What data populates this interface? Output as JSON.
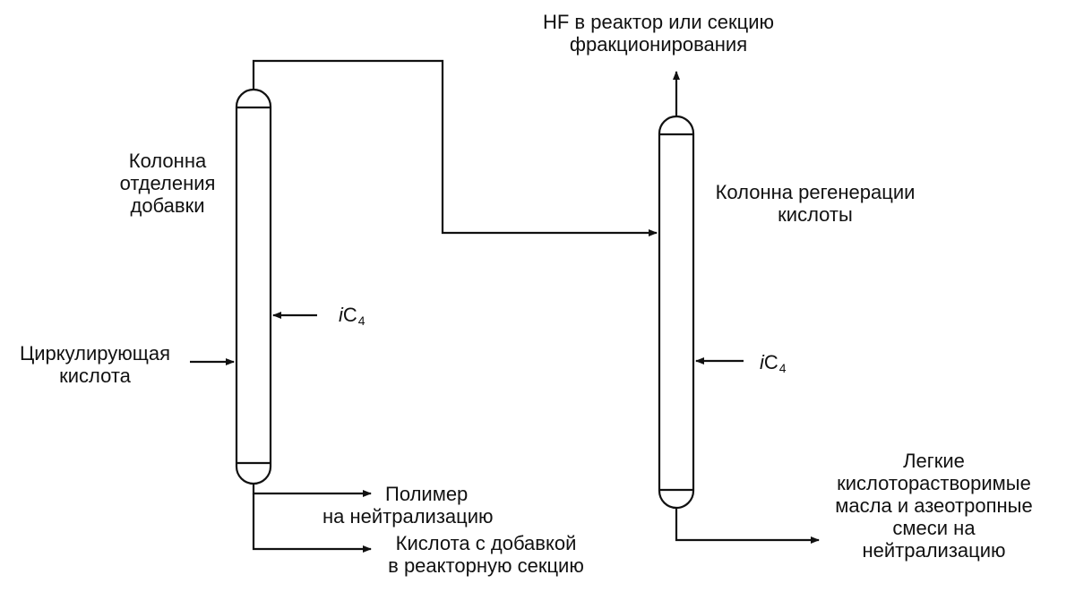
{
  "labels": {
    "hf_out": [
      "HF в реактор или секцию",
      "фракционирования"
    ],
    "column1_name": [
      "Колонна",
      "отделения",
      "добавки"
    ],
    "column2_name": [
      "Колонна регенерации",
      "кислоты"
    ],
    "ic4_feed": {
      "symbol": "i",
      "letter": "C",
      "sub": "4"
    },
    "circulating_acid": [
      "Циркулирующая",
      "кислота"
    ],
    "polymer_out": [
      "Полимер",
      "на нейтрализацию"
    ],
    "acid_additive_out": [
      "Кислота с добавкой",
      "в реакторную секцию"
    ],
    "light_oils_out": [
      "Легкие",
      "кислоторастворимые",
      "масла и азеотропные",
      "смеси на",
      "нейтрализацию"
    ]
  },
  "colors": {
    "line": "#111111",
    "background": "#ffffff"
  }
}
